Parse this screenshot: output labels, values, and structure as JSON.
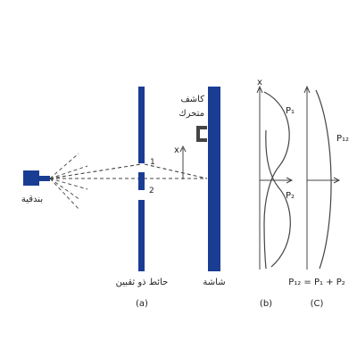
{
  "labels": {
    "gun": "بندقية",
    "wall": "حائط ذو ثقبين",
    "screen": "شاشة",
    "detector_line1": "كاشف",
    "detector_line2": "متحرك",
    "x_axis": "x",
    "x_axis_b": "x",
    "hole1": "1",
    "hole2": "2",
    "p1": "P₁",
    "p2": "P₂",
    "p12": "P₁₂",
    "formula": "P₁₂ = P₁ + P₂",
    "panel_a": "(a)",
    "panel_b": "(b)",
    "panel_c": "(C)"
  },
  "colors": {
    "blue": "#1a3d94",
    "line": "#444444",
    "dash": "#555555"
  }
}
